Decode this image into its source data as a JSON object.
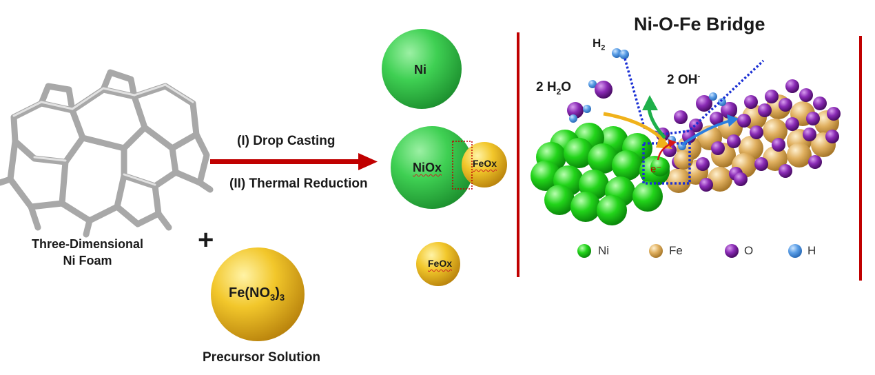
{
  "left": {
    "foam_label_line1": "Three-Dimensional",
    "foam_label_line2": "Ni Foam",
    "plus_sign": "+",
    "precursor_formula_pre": "Fe(NO",
    "precursor_sub1": "3",
    "precursor_close": ")",
    "precursor_sub2": "3",
    "precursor_label": "Precursor Solution"
  },
  "process": {
    "step1": "(I) Drop Casting",
    "step2": "(II) Thermal Reduction"
  },
  "middle": {
    "ni_label": "Ni",
    "niox_label": "NiOx",
    "feox_small_label": "FeOx",
    "feox_label": "FeOx"
  },
  "right": {
    "title": "Ni-O-Fe Bridge",
    "h2_base": "H",
    "h2_sub": "2",
    "water_pre": "2 H",
    "water_sub": "2",
    "water_post": "O",
    "oh_base": "2 OH",
    "oh_sup": "-",
    "electron": "e⁻",
    "legend": [
      {
        "label": "Ni",
        "color": "#1fcf1f"
      },
      {
        "label": "Fe",
        "color": "#d9a84e"
      },
      {
        "label": "O",
        "color": "#7a1f9e"
      },
      {
        "label": "H",
        "color": "#1f6fc4"
      }
    ]
  },
  "colors": {
    "arrow_red": "#c00000",
    "frame_red": "#c00000",
    "ni_green": "#2ec43e",
    "fe_gold": "#e8b21e",
    "bridge_blue": "#1a2fd4",
    "oxygen_purple": "#7a1f9e"
  }
}
